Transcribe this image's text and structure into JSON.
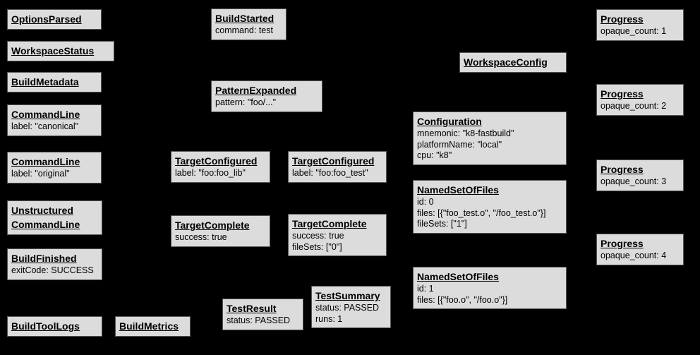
{
  "colors": {
    "canvas_background": "#000000",
    "box_fill": "#dcdcdc",
    "box_border": "#565656",
    "box_text": "#000000"
  },
  "diagram": {
    "boxes": [
      {
        "title": "OptionsParsed",
        "lines": []
      },
      {
        "title": "WorkspaceStatus",
        "lines": []
      },
      {
        "title": "BuildMetadata",
        "lines": []
      },
      {
        "title": "CommandLine",
        "lines": [
          "label: \"canonical\""
        ]
      },
      {
        "title": "CommandLine",
        "lines": [
          "label: \"original\""
        ]
      },
      {
        "title": "Unstructured",
        "title2": "CommandLine",
        "lines": []
      },
      {
        "title": "BuildFinished",
        "lines": [
          "exitCode: SUCCESS"
        ]
      },
      {
        "title": "BuildToolLogs",
        "lines": []
      },
      {
        "title": "BuildMetrics",
        "lines": []
      },
      {
        "title": "BuildStarted",
        "lines": [
          "command: test"
        ]
      },
      {
        "title": "PatternExpanded",
        "lines": [
          "pattern: \"foo/...\""
        ]
      },
      {
        "title": "TargetConfigured",
        "lines": [
          "label: \"foo:foo_lib\""
        ]
      },
      {
        "title": "TargetConfigured",
        "lines": [
          "label: \"foo:foo_test\""
        ]
      },
      {
        "title": "TargetComplete",
        "lines": [
          "success: true"
        ]
      },
      {
        "title": "TargetComplete",
        "lines": [
          "success: true",
          "fileSets: [\"0\"]"
        ]
      },
      {
        "title": "TestResult",
        "lines": [
          "status: PASSED"
        ]
      },
      {
        "title": "TestSummary",
        "lines": [
          "status: PASSED",
          "runs: 1"
        ]
      },
      {
        "title": "WorkspaceConfig",
        "lines": []
      },
      {
        "title": "Configuration",
        "lines": [
          "mnemonic: \"k8-fastbuild\"",
          "platformName: \"local\"",
          "cpu: \"k8\""
        ]
      },
      {
        "title": "NamedSetOfFiles",
        "lines": [
          "id: 0",
          "files: [{\"foo_test.o\", \"/foo_test.o\"}]",
          "fileSets: [\"1\"]"
        ]
      },
      {
        "title": "NamedSetOfFiles",
        "lines": [
          "id: 1",
          "files: [{\"foo.o\", \"/foo.o\"}]"
        ]
      },
      {
        "title": "Progress",
        "lines": [
          "opaque_count: 1"
        ]
      },
      {
        "title": "Progress",
        "lines": [
          "opaque_count: 2"
        ]
      },
      {
        "title": "Progress",
        "lines": [
          "opaque_count: 3"
        ]
      },
      {
        "title": "Progress",
        "lines": [
          "opaque_count: 4"
        ]
      }
    ]
  }
}
